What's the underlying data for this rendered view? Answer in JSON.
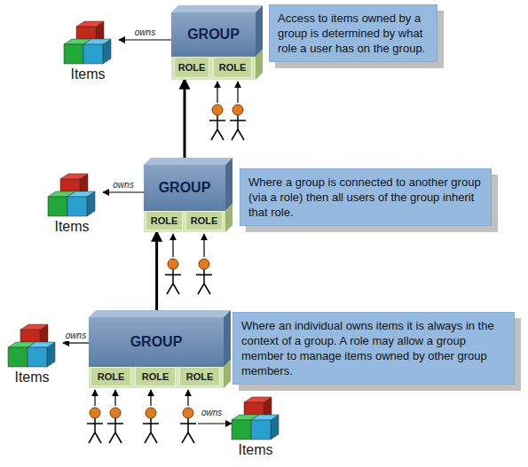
{
  "diagram": {
    "nodes": [
      {
        "text": [
          "GROUP"
        ]
      },
      {
        "text": [
          "ROLE"
        ],
        "in": 0
      },
      {
        "text": [
          "ROLE"
        ],
        "in": 0
      },
      {
        "text": [
          "Items"
        ]
      },
      {
        "text": [
          "Access to items owned by a group is determined by what role a user has on the group."
        ]
      },
      {
        "text": [
          "GROUP"
        ]
      },
      {
        "text": [
          "ROLE"
        ],
        "in": 5
      },
      {
        "text": [
          "ROLE"
        ],
        "in": 5
      },
      {
        "text": [
          "Items"
        ]
      },
      {
        "text": [
          "Where a group is connected to another group (via a role) then all users of the group inherit that role."
        ]
      },
      {
        "text": [
          "GROUP"
        ]
      },
      {
        "text": [
          "ROLE"
        ],
        "in": 10
      },
      {
        "text": [
          "ROLE"
        ],
        "in": 10
      },
      {
        "text": [
          "ROLE"
        ],
        "in": 10
      },
      {
        "text": [
          "Items"
        ]
      },
      {
        "text": [
          "Where an individual owns items it is always in the context of a group. A role may allow a group member to manage items owned by other group members."
        ]
      },
      {
        "text": [
          "Items"
        ]
      }
    ],
    "edges": [
      {
        "from": 0,
        "to": 3,
        "label": "owns",
        "arrow": "to"
      },
      {
        "from": 5,
        "to": 1,
        "arrow": "to"
      },
      {
        "from": 5,
        "to": 8,
        "label": "owns",
        "arrow": "to"
      },
      {
        "from": 10,
        "to": 6,
        "arrow": "to"
      },
      {
        "from": 10,
        "to": 14,
        "label": "owns",
        "arrow": "to"
      }
    ],
    "labels": [
      "owns"
    ]
  }
}
